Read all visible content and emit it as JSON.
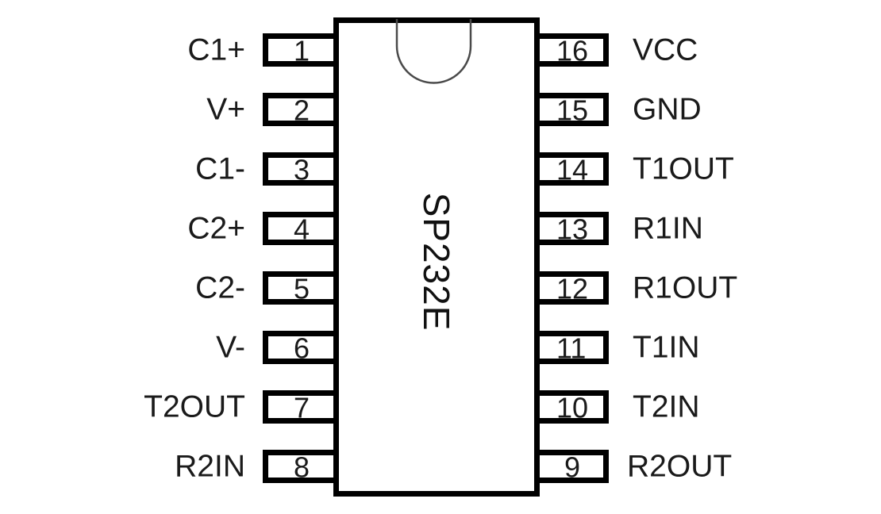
{
  "diagram": {
    "title": "SP232E",
    "package": "16-pin DIP pinout diagram",
    "chip_label": "SP232E",
    "notch_icon": "notch-semicircle-icon",
    "line_color": "#000000",
    "fill_color": "#ffffff",
    "text_color": "#1a1a1a",
    "left_pins": [
      {
        "number": "1",
        "label": "C1+"
      },
      {
        "number": "2",
        "label": "V+"
      },
      {
        "number": "3",
        "label": "C1-"
      },
      {
        "number": "4",
        "label": "C2+"
      },
      {
        "number": "5",
        "label": "C2-"
      },
      {
        "number": "6",
        "label": "V-"
      },
      {
        "number": "7",
        "label": "T2OUT"
      },
      {
        "number": "8",
        "label": "R2IN"
      }
    ],
    "right_pins": [
      {
        "number": "16",
        "label": "VCC"
      },
      {
        "number": "15",
        "label": "GND"
      },
      {
        "number": "14",
        "label": "T1OUT"
      },
      {
        "number": "13",
        "label": "R1IN"
      },
      {
        "number": "12",
        "label": "R1OUT"
      },
      {
        "number": "11",
        "label": "T1IN"
      },
      {
        "number": "10",
        "label": "T2IN"
      },
      {
        "number": "9",
        "label": "R2OUT"
      }
    ]
  }
}
